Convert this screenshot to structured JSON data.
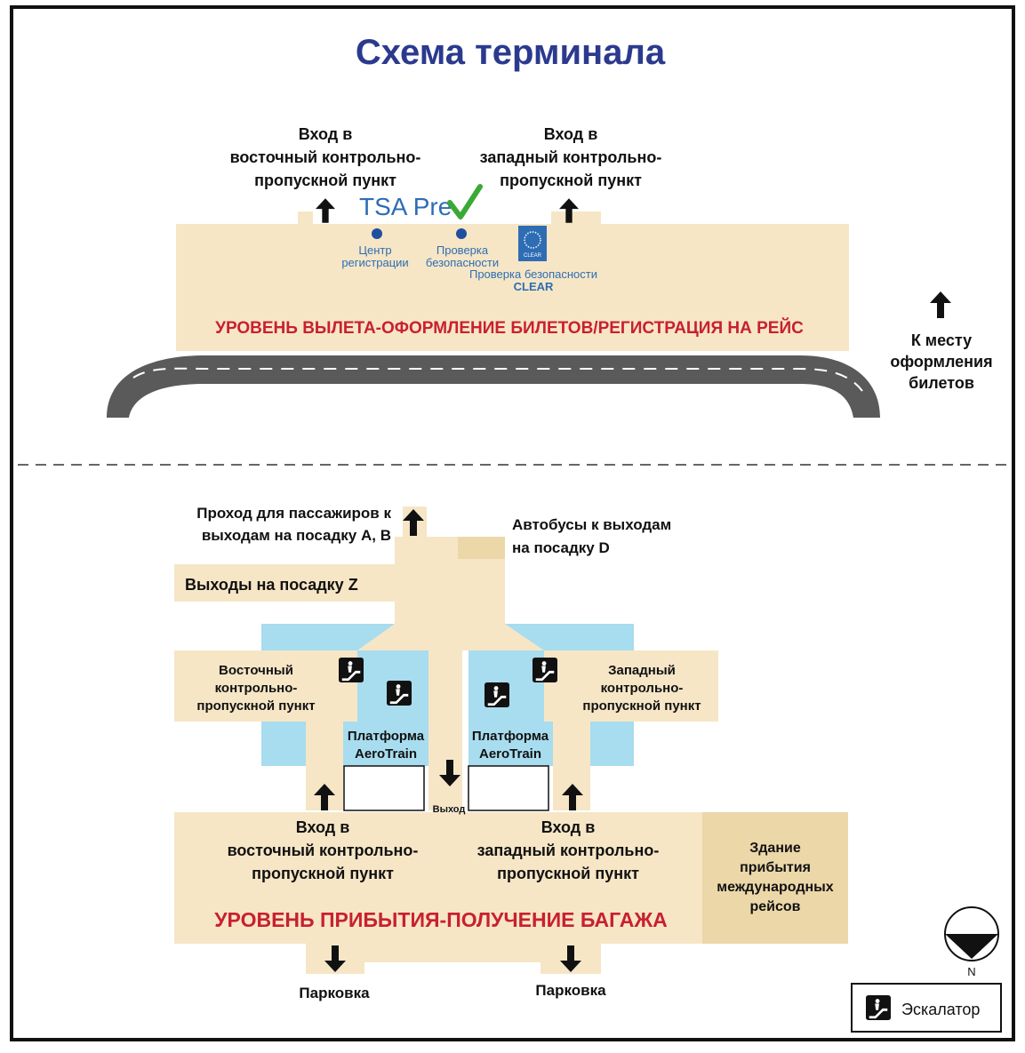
{
  "title": "Схема терминала",
  "colors": {
    "floor": "#f6e6c6",
    "floor_dark": "#ecd7a9",
    "water": "#a8dcef",
    "road": "#5a5a5a",
    "title": "#2b3a8e",
    "level_text": "#c8202f",
    "tsa_blue": "#2e6db4",
    "tsa_green": "#3aa935"
  },
  "upper": {
    "east_entry": [
      "Вход в",
      "восточный контрольно-",
      "пропускной пункт"
    ],
    "west_entry": [
      "Вход в",
      "западный контрольно-",
      "пропускной пункт"
    ],
    "tsa_logo": "TSA Pre",
    "checkin": [
      "Центр",
      "регистрации"
    ],
    "security": [
      "Проверка",
      "безопасности"
    ],
    "clear_logo": "CLEAR",
    "clear_security": [
      "Проверка безопасности",
      "CLEAR"
    ],
    "level": "УРОВЕНЬ ВЫЛЕТА-ОФОРМЛЕНИЕ БИЛЕТОВ/РЕГИСТРАЦИЯ НА РЕЙС",
    "to_ticketing": [
      "К месту",
      "оформления",
      "билетов"
    ]
  },
  "lower": {
    "passage": [
      "Проход для пассажиров к",
      "выходам на посадку A, B"
    ],
    "buses": [
      "Автобусы к выходам",
      "на посадку D"
    ],
    "gates_z": "Выходы на посадку Z",
    "east_checkpoint": [
      "Восточный",
      "контрольно-",
      "пропускной пункт"
    ],
    "west_checkpoint": [
      "Западный",
      "контрольно-",
      "пропускной пункт"
    ],
    "platform_left": [
      "Платформа",
      "AeroTrain"
    ],
    "platform_right": [
      "Платформа",
      "AeroTrain"
    ],
    "exit": "Выход",
    "east_entry": [
      "Вход в",
      "восточный контрольно-",
      "пропускной пункт"
    ],
    "west_entry": [
      "Вход в",
      "западный контрольно-",
      "пропускной пункт"
    ],
    "intl": [
      "Здание",
      "прибытия",
      "международных",
      "рейсов"
    ],
    "level": "УРОВЕНЬ ПРИБЫТИЯ-ПОЛУЧЕНИЕ БАГАЖА",
    "parking_left": "Парковка",
    "parking_right": "Парковка"
  },
  "compass_label": "N",
  "legend": {
    "icon": "escalator-icon",
    "label": "Эскалатор"
  }
}
